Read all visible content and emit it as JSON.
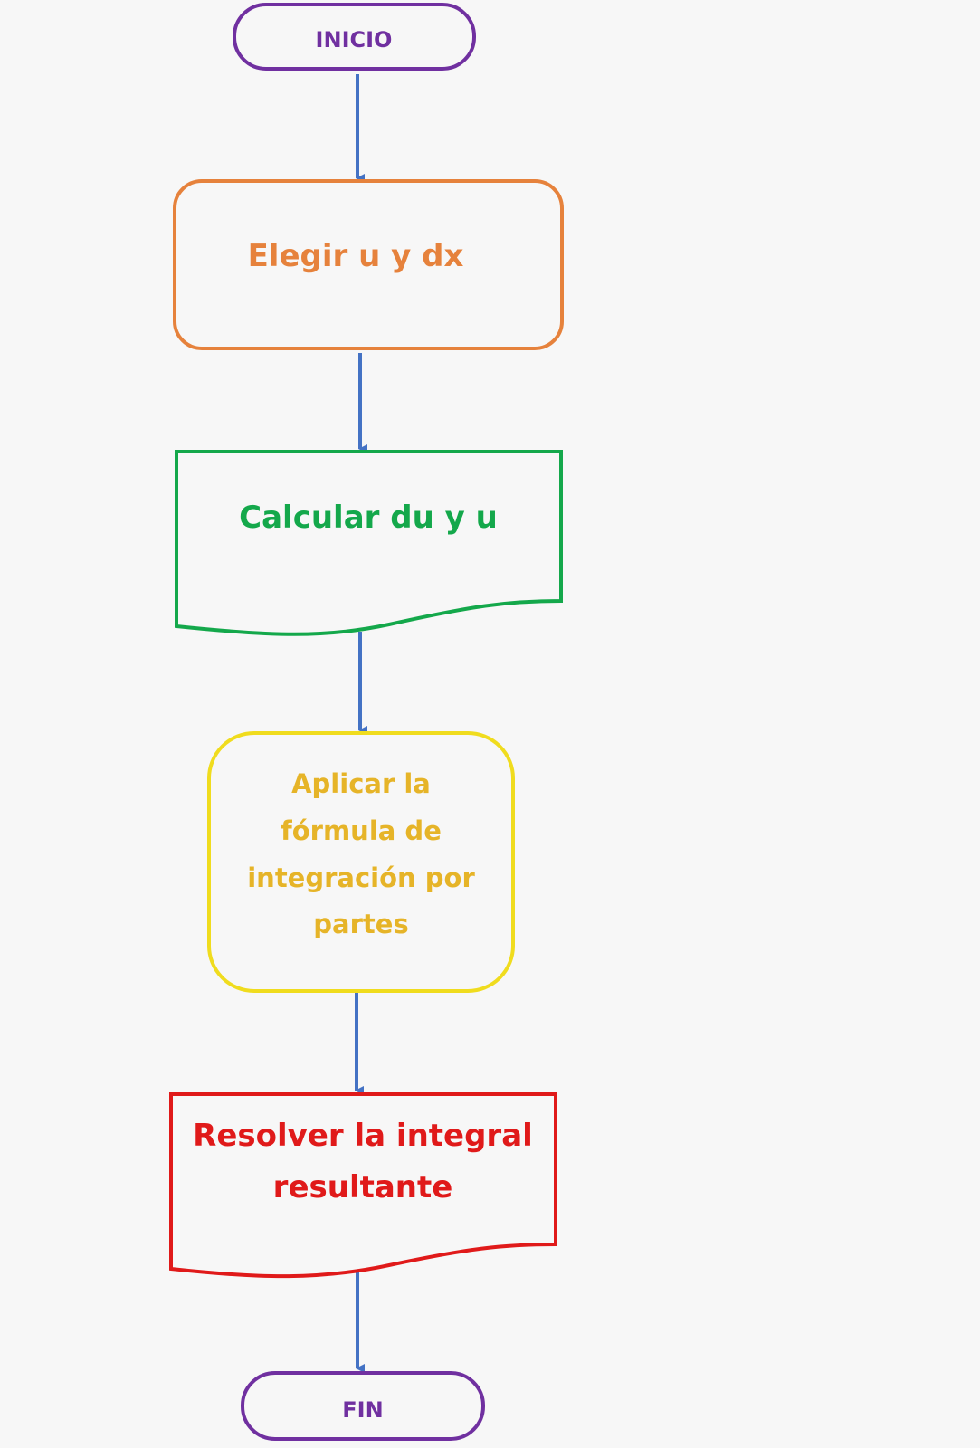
{
  "colors": {
    "background": "#f7f7f7",
    "terminal": "#7030a0",
    "step_choose": "#e6823c",
    "step_compute": "#14a84b",
    "step_apply": "#f0dc1e",
    "step_apply_text": "#e6b428",
    "step_solve": "#e01a1a",
    "connector": "#4472c4"
  },
  "nodes": {
    "start": {
      "label": "INICIO"
    },
    "choose": {
      "label": "Elegir u y dx"
    },
    "compute": {
      "label": "Calcular du y u"
    },
    "apply": {
      "lines": [
        "Aplicar la",
        "fórmula de",
        "integración por",
        "partes"
      ]
    },
    "solve": {
      "lines": [
        "Resolver la integral",
        "resultante"
      ]
    },
    "end": {
      "label": "FIN"
    }
  }
}
